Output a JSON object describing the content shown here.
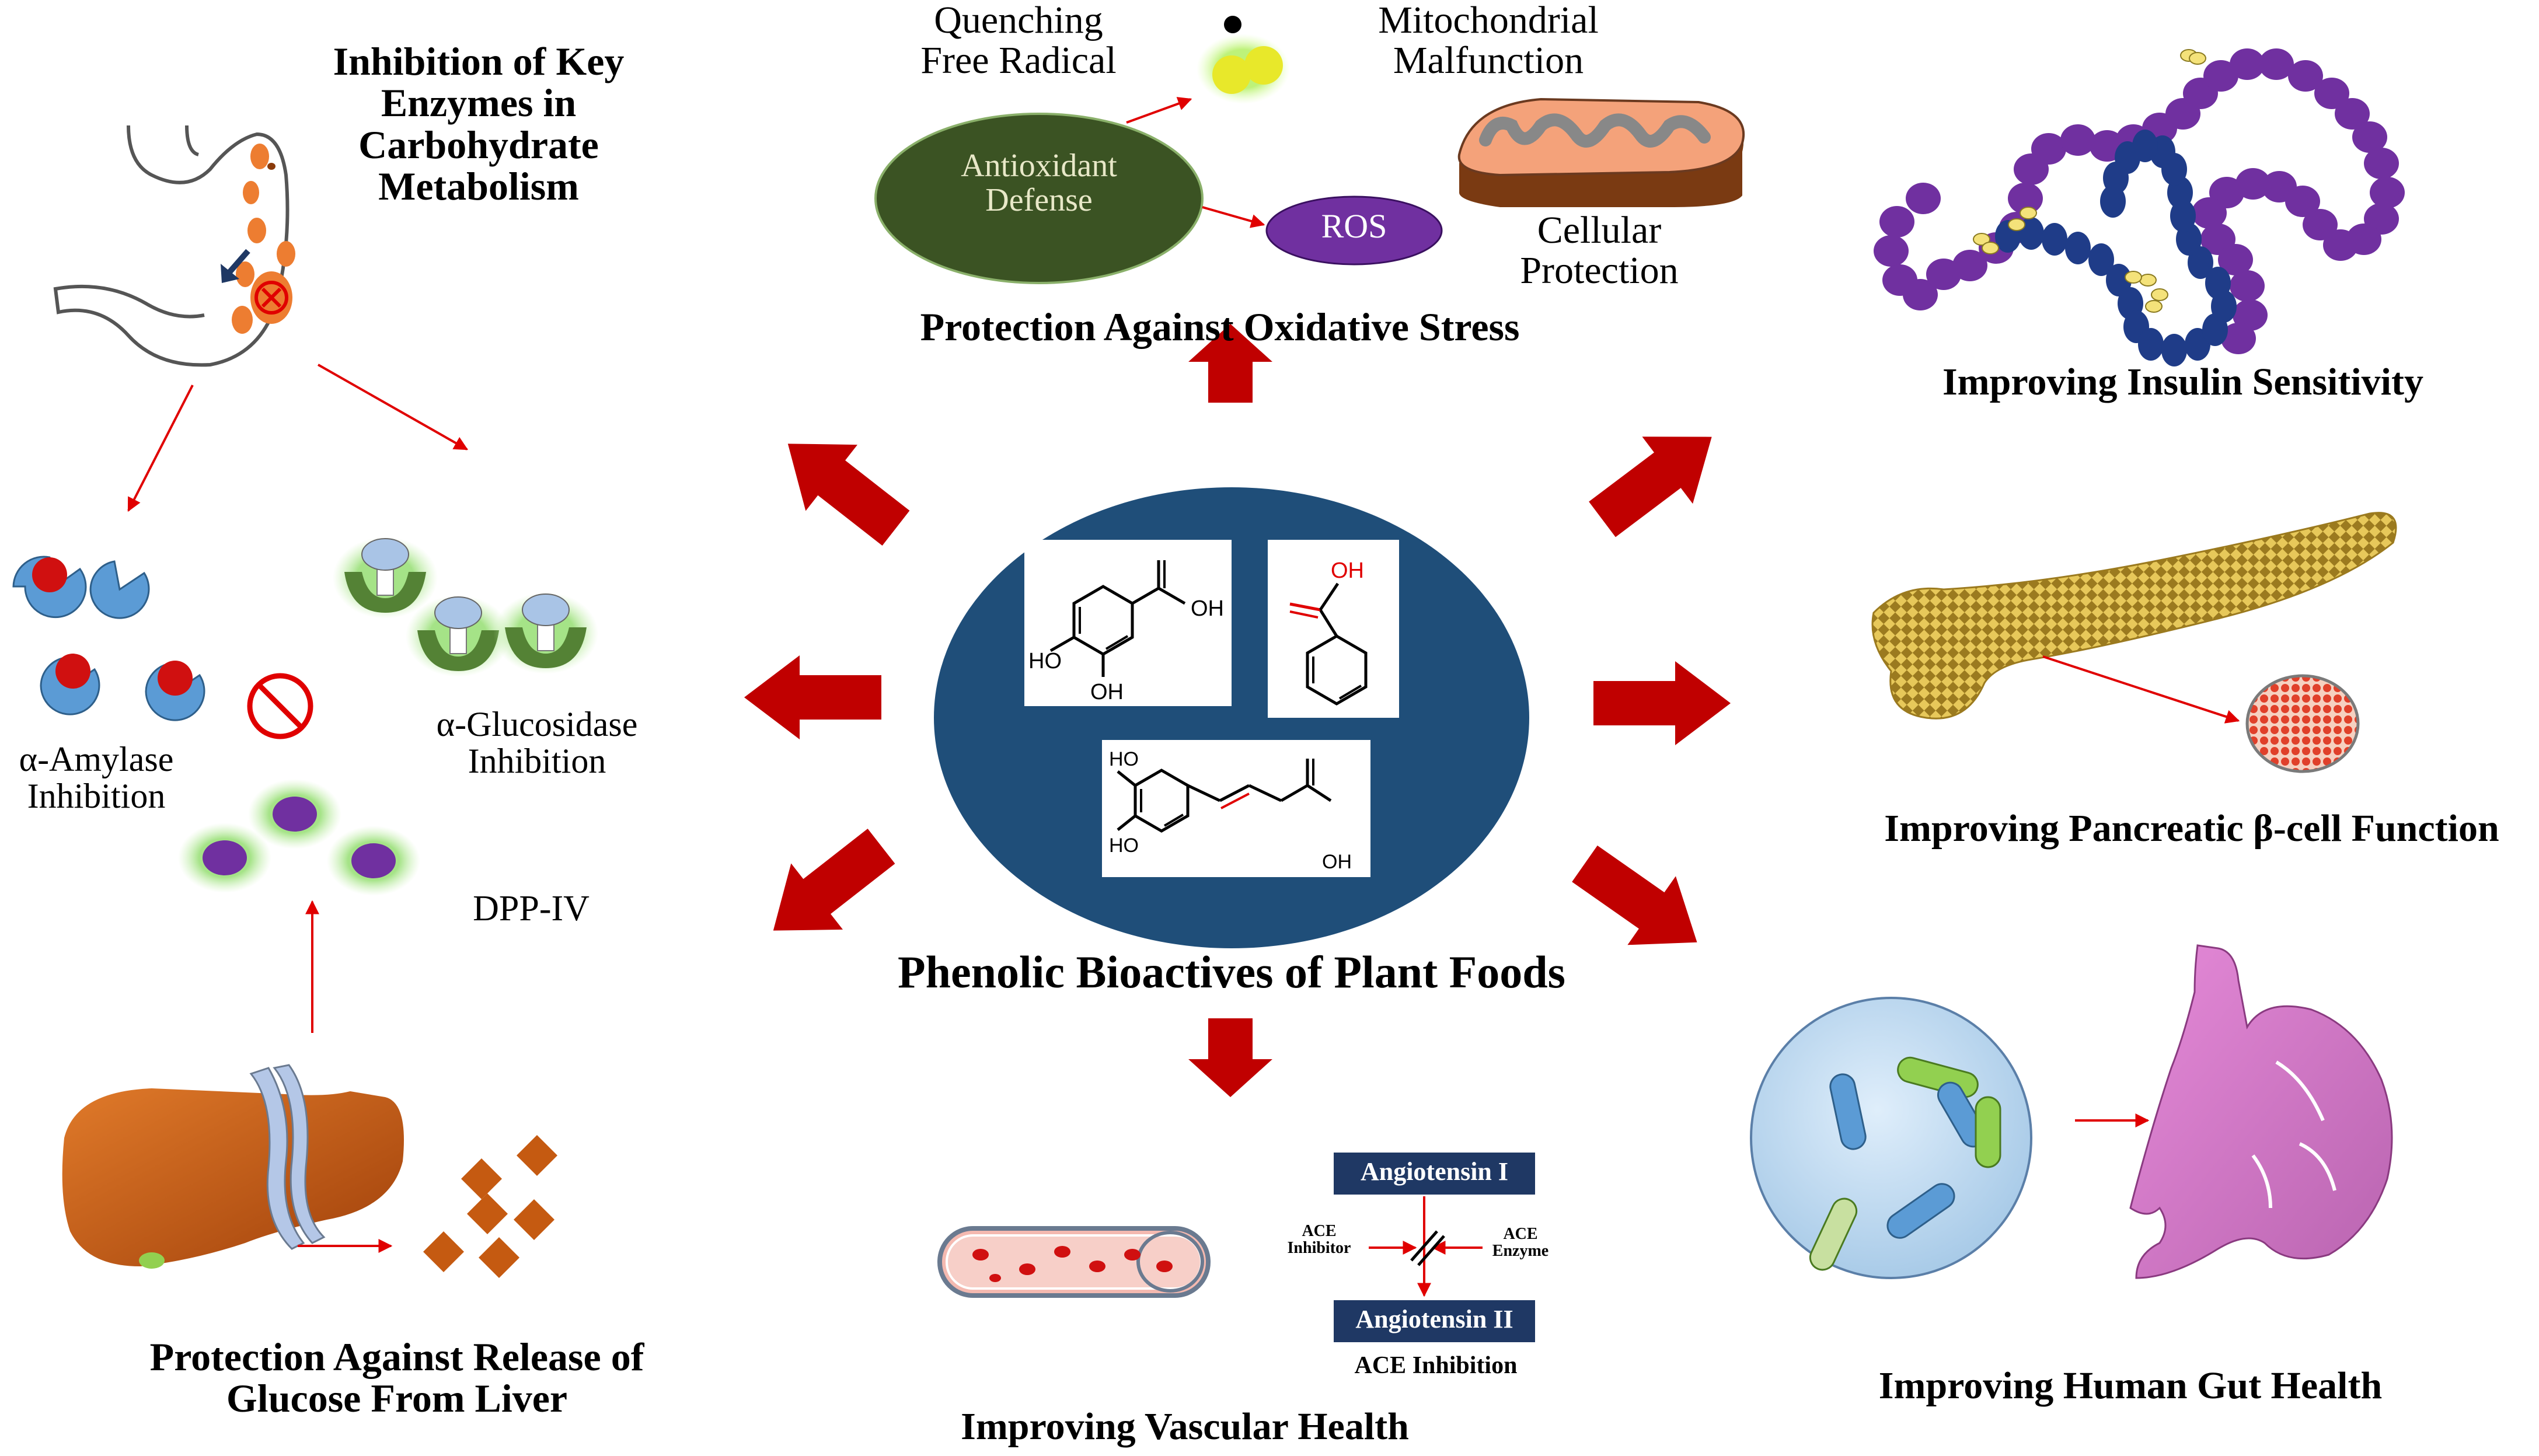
{
  "center": {
    "title": "Phenolic Bioactives of Plant Foods",
    "molecule1": {
      "oh_top": "OH",
      "oh_left": "HO",
      "oh_bottom": "OH"
    },
    "molecule2": {
      "oh": "OH"
    },
    "molecule3": {
      "ho_top": "HO",
      "ho_left": "HO",
      "oh_bottom": "OH"
    }
  },
  "oxidative": {
    "title": "Protection Against Oxidative Stress",
    "quenching": "Quenching\nFree Radical",
    "mito": "Mitochondrial\nMalfunction",
    "antioxidant": "Antioxidant\nDefense",
    "ros": "ROS",
    "cellular": "Cellular\nProtection"
  },
  "carb": {
    "title": "Inhibition  of Key\nEnzymes in\nCarbohydrate\nMetabolism",
    "amylase": "α-Amylase\nInhibition",
    "glucosidase": "α-Glucosidase\nInhibition",
    "dpp": "DPP-IV"
  },
  "liver": {
    "title": "Protection Against Release of\nGlucose From Liver"
  },
  "insulin": {
    "title": "Improving  Insulin  Sensitivity"
  },
  "pancreas": {
    "title": "Improving  Pancreatic β-cell Function"
  },
  "gut": {
    "title": "Improving  Human Gut Health"
  },
  "vascular": {
    "title": "Improving  Vascular  Health",
    "ang1": "Angiotensin I",
    "ang2": "Angiotensin II",
    "inhibitor": "ACE\nInhibitor",
    "enzyme": "ACE\nEnzyme",
    "ace_inhibition": "ACE Inhibition"
  },
  "colors": {
    "arrow_red": "#c00000",
    "center_blue": "#1f4e79",
    "antioxidant_green": "#3b5323",
    "ros_purple": "#7030a0",
    "amylase_blue": "#5b9bd5",
    "glucosidase_green": "#70ad47",
    "liver_brown": "#c55a11",
    "ace_navy": "#1f3864"
  }
}
